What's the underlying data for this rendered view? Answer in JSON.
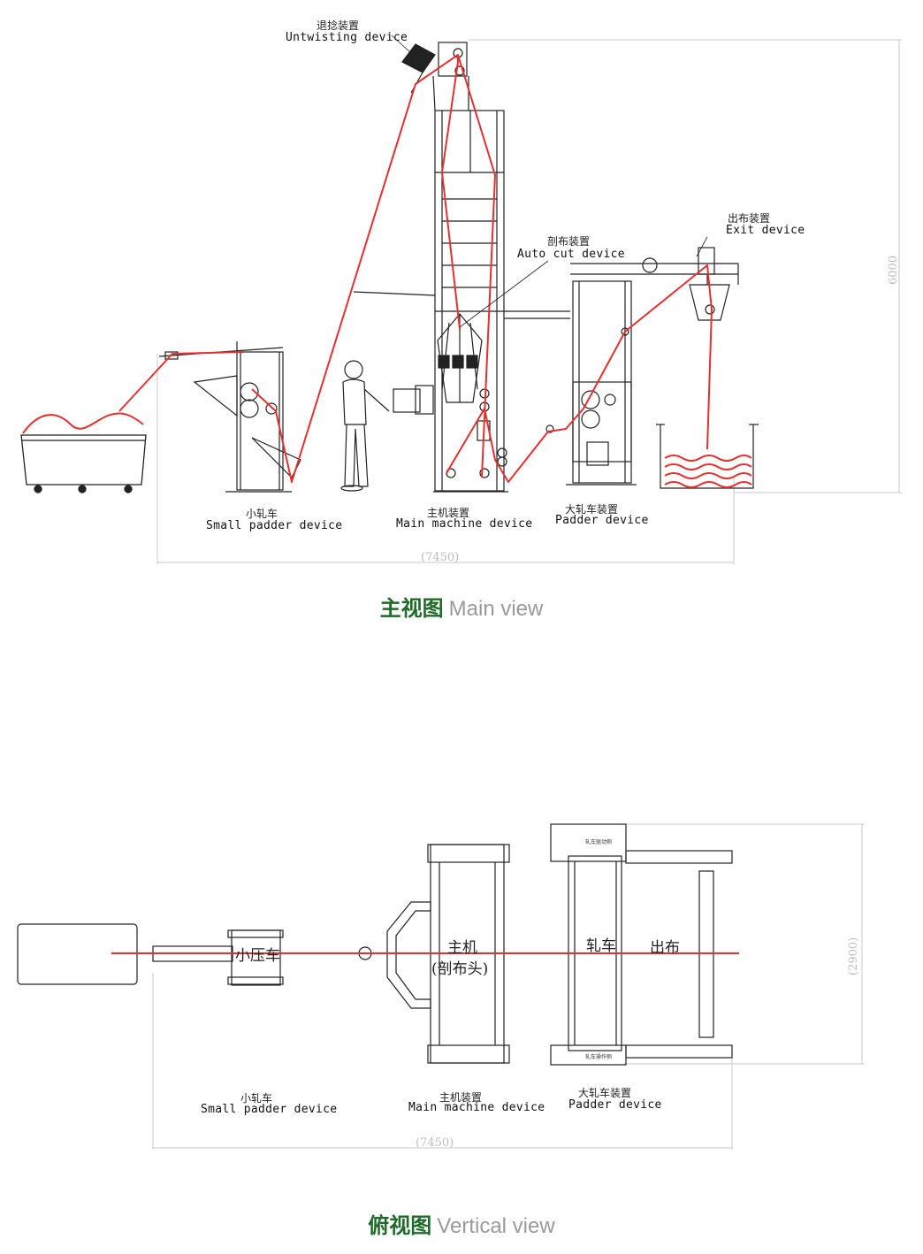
{
  "main_view": {
    "labels": {
      "untwisting_cn": "退捻装置",
      "untwisting_en": "Untwisting device",
      "autocut_cn": "剖布装置",
      "autocut_en": "Auto cut   device",
      "exit_cn": "出布装置",
      "exit_en": "Exit device",
      "small_padder_cn": "小轧车",
      "small_padder_en": "Small padder device",
      "main_machine_cn": "主机装置",
      "main_machine_en": "Main machine device",
      "padder_cn": "大轧车装置",
      "padder_en": "Padder device"
    },
    "dim_length": "(7450)",
    "dim_height": "6000",
    "caption_cn": "主视图",
    "caption_en": "Main view"
  },
  "top_view": {
    "labels": {
      "small_press": "小压车",
      "main_1": "主机",
      "main_2": "(剖布头)",
      "padder": "轧车",
      "exit": "出布",
      "padder_drive_side": "轧车驱动侧",
      "padder_operate_side": "轧车操作侧",
      "small_padder_cn": "小轧车",
      "small_padder_en": "Small padder device",
      "main_machine_cn": "主机装置",
      "main_machine_en": "Main machine device",
      "padder_cn": "大轧车装置",
      "padder_en": "Padder device"
    },
    "dim_length": "(7450)",
    "dim_width": "(2900)",
    "caption_cn": "俯视图",
    "caption_en": "Vertical view"
  },
  "colors": {
    "fabric_path": "#e53030",
    "line": "#222222",
    "dimension": "#c8c8c8",
    "caption_cn": "#1e6b2a",
    "caption_en": "#9a9a9a"
  }
}
